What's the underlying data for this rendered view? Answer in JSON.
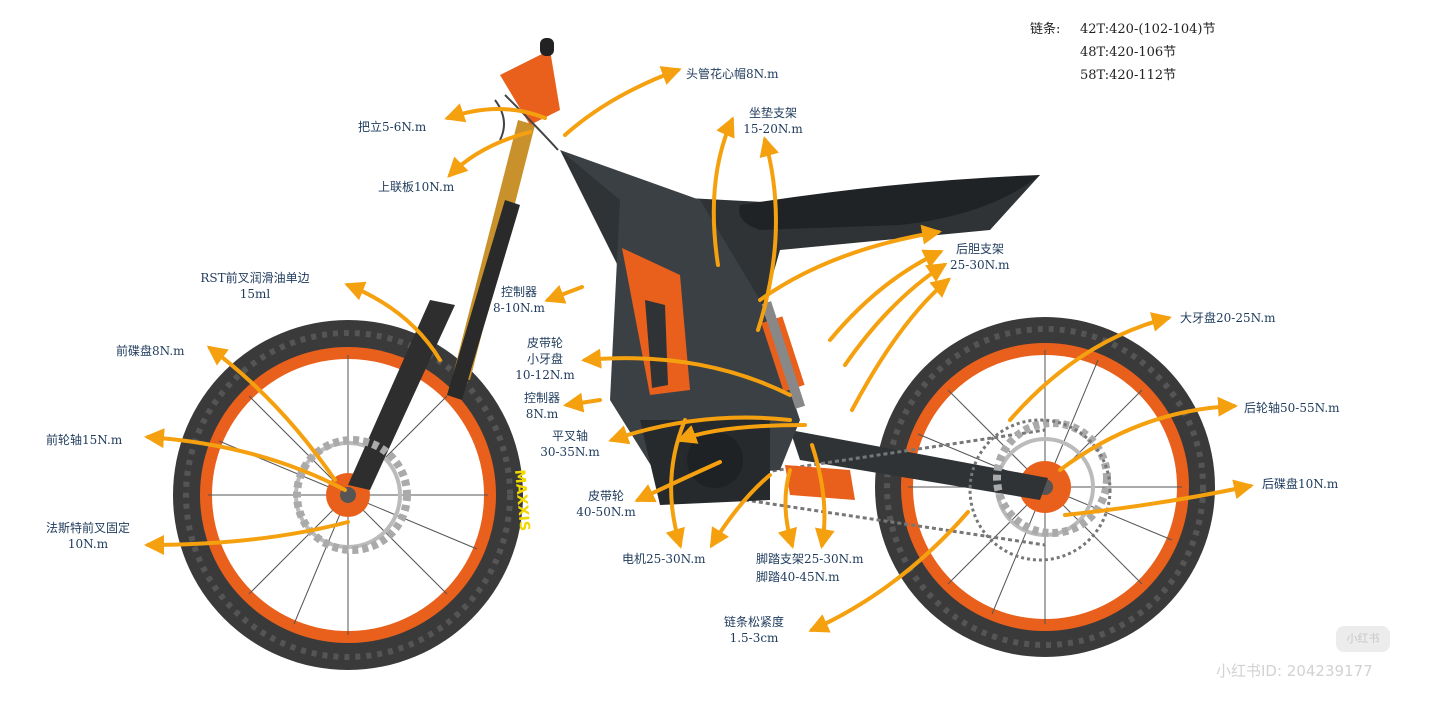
{
  "chain_spec": {
    "prefix": "链条:",
    "rows": [
      "42T:420-(102-104)节",
      "48T:420-106节",
      "58T:420-112节"
    ]
  },
  "labels": {
    "head_tube": "头管花心帽8N.m",
    "handlebar_riser": "把立5-6N.m",
    "upper_clamp": "上联板10N.m",
    "seat_bracket_title": "坐垫支架",
    "seat_bracket_value": "15-20N.m",
    "rear_shock_title": "后胆支架",
    "rear_shock_value": "25-30N.m",
    "rst_fork_title": "RST前叉润滑油单边",
    "rst_fork_value": "15ml",
    "controller_top_title": "控制器",
    "controller_top_value": "8-10N.m",
    "small_pulley_title": "皮带轮",
    "small_pulley_title2": "小牙盘",
    "small_pulley_value": "10-12N.m",
    "controller_mid_title": "控制器",
    "controller_mid_value": "8N.m",
    "swingarm_title": "平叉轴",
    "swingarm_value": "30-35N.m",
    "belt_pulley_title": "皮带轮",
    "belt_pulley_value": "40-50N.m",
    "motor": "电机25-30N.m",
    "footpeg_bracket": "脚踏支架25-30N.m",
    "footpeg": "脚踏40-45N.m",
    "chain_tension_title": "链条松紧度",
    "chain_tension_value": "1.5-3cm",
    "front_disc": "前碟盘8N.m",
    "front_axle": "前轮轴15N.m",
    "fork_fix_title": "法斯特前叉固定",
    "fork_fix_value": "10N.m",
    "big_sprocket": "大牙盘20-25N.m",
    "rear_axle": "后轮轴50-55N.m",
    "rear_disc": "后碟盘10N.m"
  },
  "tire_brand": "MAXXIS",
  "watermark": {
    "badge": "小红书",
    "id": "小红书ID: 204239177"
  },
  "colors": {
    "arrow": "#f5a10f",
    "label": "#1f3b5c",
    "rim": "#e8601c",
    "frame": "#2f3336",
    "tire": "#3a3a3a"
  }
}
